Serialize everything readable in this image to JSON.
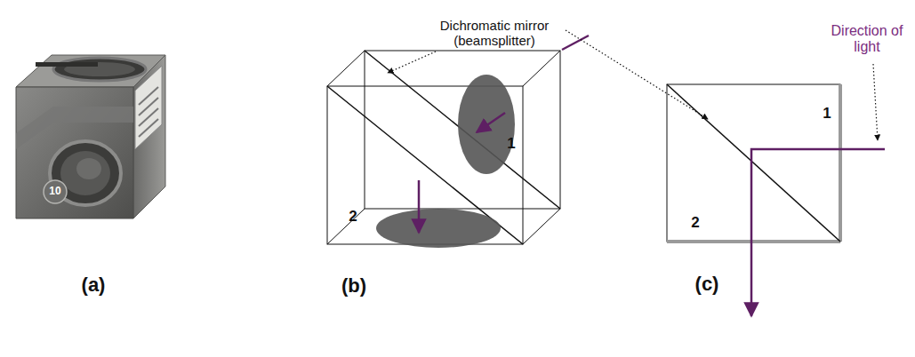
{
  "diagram": {
    "labels": [
      "10",
      "Dichromatic mirror (beamsplitter)",
      "Direction of light",
      "1",
      "2",
      "1",
      "2",
      "(a)",
      "(b)",
      "(c)"
    ]
  }
}
